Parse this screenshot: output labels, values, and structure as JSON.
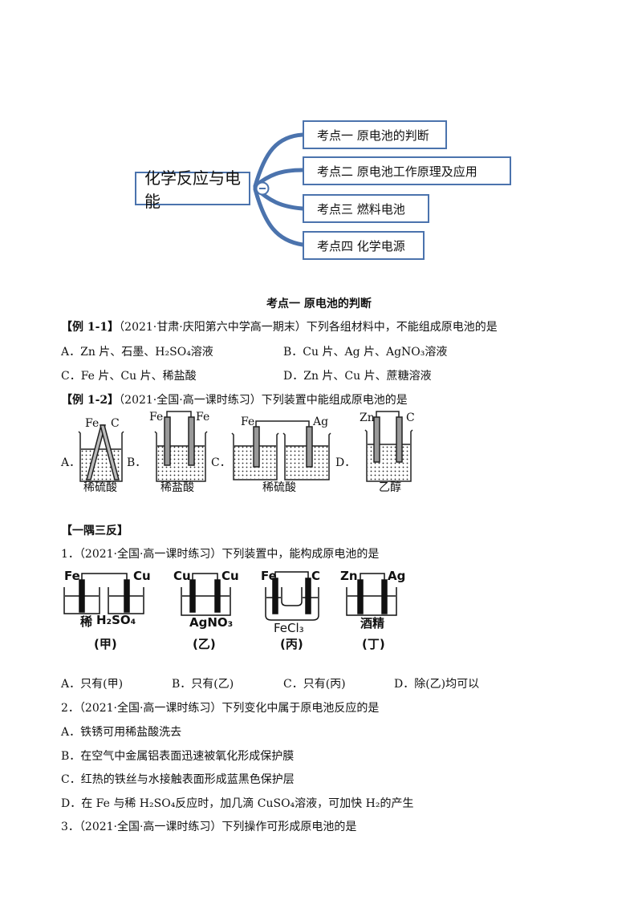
{
  "mindmap": {
    "root": "化学反应与电能",
    "collapse_icon": "minus-circle-icon",
    "branches": [
      "考点一  原电池的判断",
      "考点二  原电池工作原理及应用",
      "考点三  燃料电池",
      "考点四  化学电源"
    ],
    "color": "#4b73ad"
  },
  "section1": {
    "title": "考点一  原电池的判断",
    "ex1": {
      "tag": "【例 1-1】",
      "source": "（2021·甘肃·庆阳第六中学高一期末）",
      "question": "下列各组材料中，不能组成原电池的是",
      "options": {
        "A": "A．Zn 片、石墨、H₂SO₄溶液",
        "B": "B．Cu 片、Ag 片、AgNO₃溶液",
        "C": "C．Fe 片、Cu 片、稀盐酸",
        "D": "D．Zn 片、Cu 片、蔗糖溶液"
      }
    },
    "ex2": {
      "tag": "【例 1-2】",
      "source": "（2021·全国·高一课时练习）",
      "question": "下列装置中能组成原电池的是",
      "figures": {
        "A": {
          "letter": "A．",
          "left": "Fe",
          "right": "C",
          "solution": "稀硫酸"
        },
        "B": {
          "letter": "B．",
          "left": "Fe",
          "right": "Fe",
          "solution": "稀盐酸"
        },
        "C": {
          "letter": "C．",
          "left": "Fe",
          "right": "Ag",
          "solution": "稀硫酸"
        },
        "D": {
          "letter": "D．",
          "left": "Zn",
          "right": "C",
          "solution": "乙醇"
        }
      }
    }
  },
  "section2": {
    "title": "【一隅三反】",
    "q1": {
      "text": "1．（2021·全国·高一课时练习）下列装置中，能构成原电池的是",
      "figures": {
        "jia": {
          "left": "Fe",
          "right": "Cu",
          "solution_1": "稀",
          "solution_2": "H₂SO₄",
          "label": "(甲)"
        },
        "yi": {
          "left": "Cu",
          "right": "Cu",
          "solution_1": "AgNO₃",
          "label": "(乙)"
        },
        "bing": {
          "left": "Fe",
          "right": "C",
          "solution_1": "FeCl₃",
          "label": "(丙)"
        },
        "ding": {
          "left": "Zn",
          "right": "Ag",
          "solution_1": "酒精",
          "label": "(丁)"
        }
      },
      "options": [
        "A．只有(甲)",
        "B．只有(乙)",
        "C．只有(丙)",
        "D．除(乙)均可以"
      ]
    },
    "q2": {
      "text": "2．（2021·全国·高一课时练习）下列变化中属于原电池反应的是",
      "options": [
        "A．铁锈可用稀盐酸洗去",
        "B．在空气中金属铝表面迅速被氧化形成保护膜",
        "C．红热的铁丝与水接触表面形成蓝黑色保护层",
        "D．在 Fe 与稀 H₂SO₄反应时，加几滴 CuSO₄溶液，可加快 H₂的产生"
      ]
    },
    "q3": {
      "text": "3．（2021·全国·高一课时练习）下列操作可形成原电池的是"
    }
  }
}
